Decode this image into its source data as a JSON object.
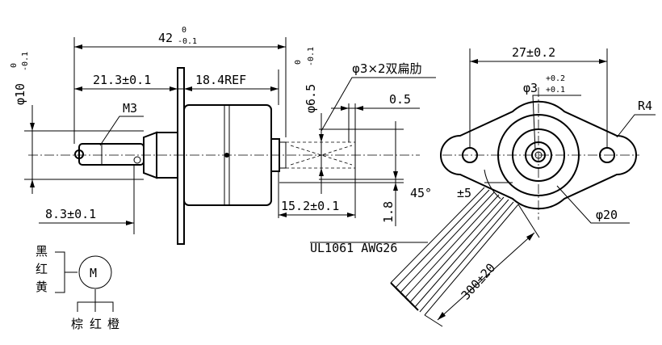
{
  "dimensions": {
    "overall_length": "42",
    "overall_length_tol_upper": "0",
    "overall_length_tol_lower": "-0.1",
    "shaft_extension": "21.3±0.1",
    "body_length": "18.4REF",
    "shaft_diameter": "φ10",
    "shaft_diameter_tol_upper": "0",
    "shaft_diameter_tol_lower": "-0.1",
    "rear_diameter": "φ6.5",
    "rear_diameter_tol_upper": "0",
    "rear_diameter_tol_lower": "-0.1",
    "flat_spec": "φ3×2双扁肋",
    "gap": "0.5",
    "thread": "M3",
    "shaft_offset": "8.3±0.1",
    "rear_length": "15.2±0.1",
    "rear_height": "1.8",
    "mount_width": "27±0.2",
    "center_hole": "φ3",
    "center_hole_tol_upper": "+0.2",
    "center_hole_tol_lower": "+0.1",
    "corner_radius": "R4",
    "wire_angle": "45°",
    "wire_angle_tol": "±5",
    "body_diameter": "φ20",
    "wire_spec": "UL1061 AWG26",
    "wire_length": "300±20"
  },
  "schematic": {
    "motor_symbol": "M",
    "left_colors": [
      "黑",
      "红",
      "黄"
    ],
    "bottom_colors": [
      "棕",
      "红",
      "橙"
    ]
  }
}
